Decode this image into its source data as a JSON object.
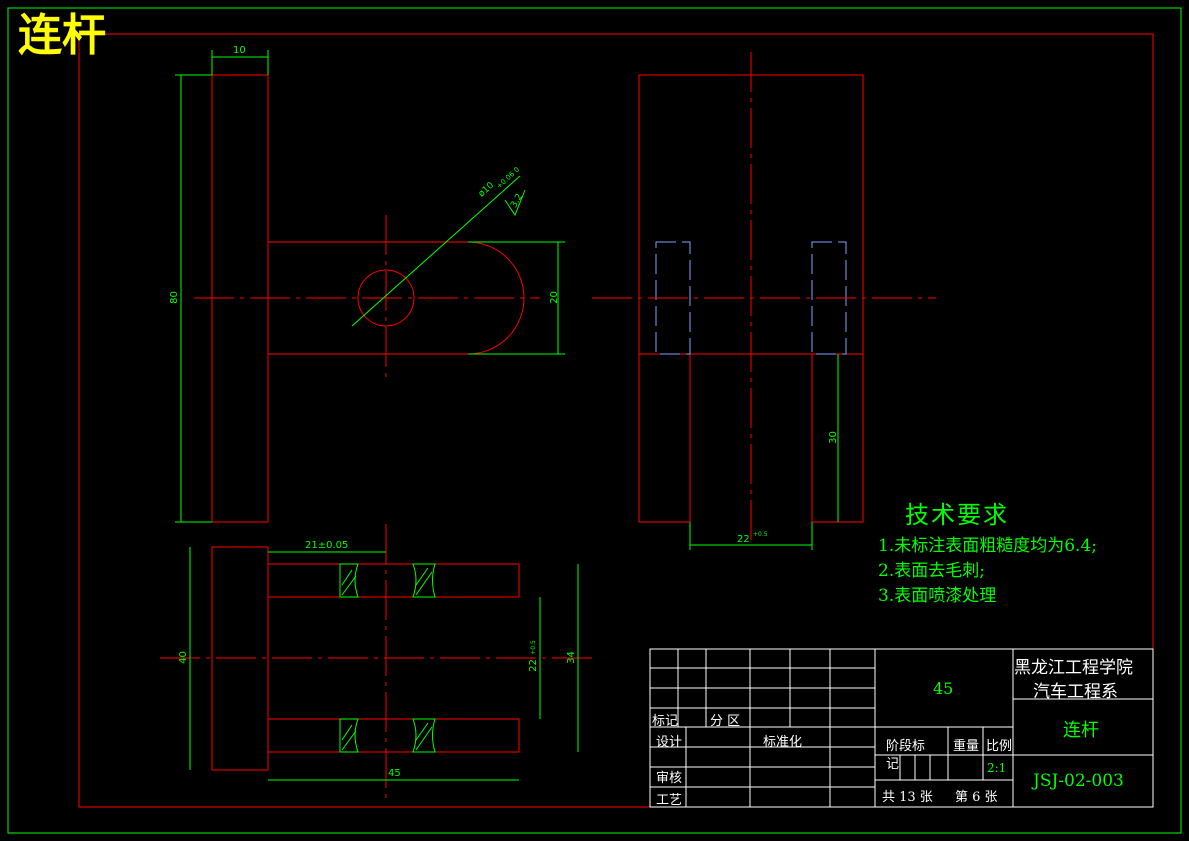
{
  "title": "连杆",
  "colors": {
    "background": "#000000",
    "outline": "#ff0000",
    "dimension": "#00ff00",
    "hidden": "#7f9fff",
    "frame": "#ff0000",
    "title": "#ffff00",
    "table_text": "#ffffff"
  },
  "dimensions": {
    "top_width": "10",
    "height_80": "80",
    "hole_dia": "ø10",
    "hole_tol": "+0.06 0",
    "roughness": "3.2",
    "height_20": "20",
    "height_30": "30",
    "slot_22": "22",
    "slot_22_tol": "+0.5",
    "dim_21": "21±0.05",
    "height_40": "40",
    "dim_22_v": "22",
    "dim_22_v_tol": "+0.5",
    "dim_34": "34",
    "dim_45": "45"
  },
  "requirements": {
    "heading": "技术要求",
    "items": [
      "1.未标注表面粗糙度均为6.4;",
      "2.表面去毛刺;",
      "3.表面喷漆处理"
    ]
  },
  "title_block": {
    "material": "45",
    "school": "黑龙江工程学院",
    "department": "汽车工程系",
    "part_name": "连杆",
    "drawing_no": "JSJ-02-003",
    "scale": "2:1",
    "mark": "标记",
    "zone": "分 区",
    "design": "设计",
    "standardization": "标准化",
    "check": "审核",
    "process": "工艺",
    "stage_mark": "阶段标",
    "stage_mark2": "记",
    "weight": "重量",
    "scale_label": "比例",
    "total": "共 13 张",
    "sheet": "第 6 张"
  }
}
